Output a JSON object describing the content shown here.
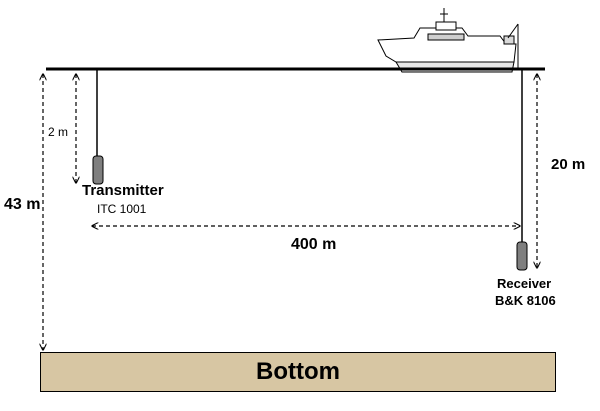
{
  "diagram": {
    "depth_total": "43 m",
    "depth_transmitter": "2 m",
    "depth_receiver": "20 m",
    "range": "400 m",
    "transmitter": {
      "name": "Transmitter",
      "model": "ITC 1001"
    },
    "receiver": {
      "name": "Receiver",
      "model": "B&K 8106"
    },
    "seabed": "Bottom",
    "colors": {
      "line": "#000000",
      "seabed_fill": "#d7c6a3",
      "device_fill": "#7f7f7f",
      "ship_hull": "#ffffff"
    }
  }
}
